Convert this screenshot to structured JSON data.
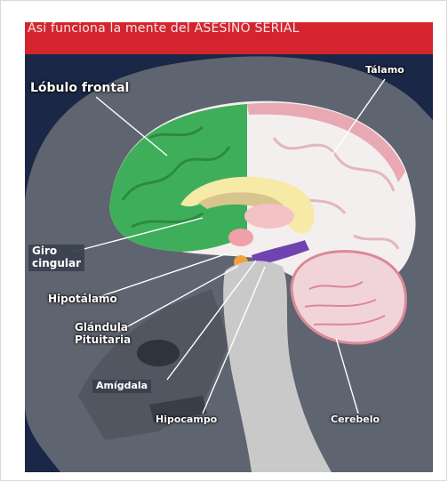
{
  "title": "Así funciona la mente del ASESINO SERIAL",
  "labels": {
    "lobulo_frontal": "Lóbulo frontal",
    "talamo": "Tálamo",
    "giro_cingular_1": "Giro",
    "giro_cingular_2": "cingular",
    "hipotalamo": "Hipotálamo",
    "glandula_1": "Glándula",
    "glandula_2": "Pituitaria",
    "amigdala": "Amígdala",
    "hipocampo": "Hipocampo",
    "cerebelo": "Cerebelo"
  },
  "colors": {
    "background": "#1b2746",
    "banner": "#d4252f",
    "head": "#5e6470",
    "frontal": "#3fae5a",
    "cortex": "#f4efef",
    "cerebellum": "#f1d4d9",
    "brainstem": "#c9c9c9"
  }
}
